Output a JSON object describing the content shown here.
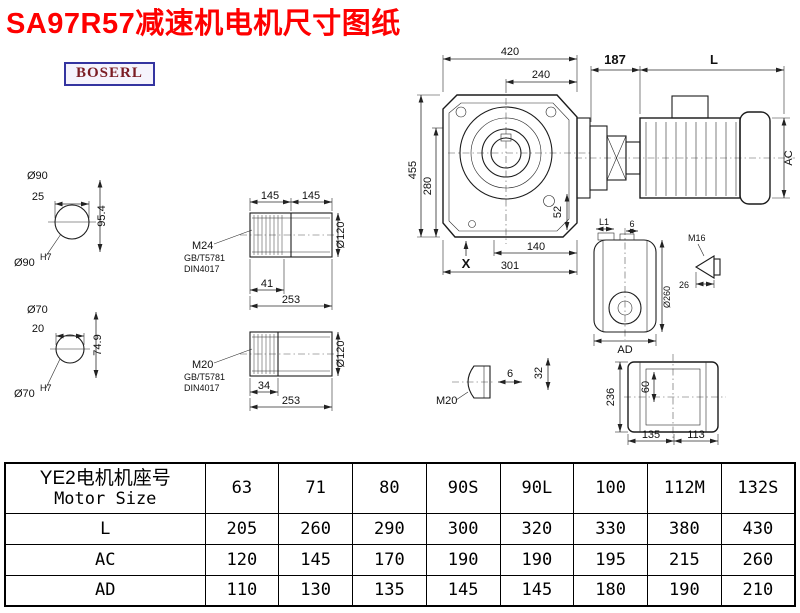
{
  "title": "SA97R57减速机电机尺寸图纸",
  "logo": "BOSERL",
  "drawing": {
    "shaft_end_top": {
      "dia": "Ø90",
      "len": "25",
      "height": "95.4",
      "fit": "Ø90",
      "fit_sup": "H7"
    },
    "shaft_end_bottom": {
      "dia": "Ø70",
      "len": "20",
      "height": "74.9",
      "fit": "Ø70",
      "fit_sup": "H7"
    },
    "shaft_top": {
      "seg1": "145",
      "seg2": "145",
      "dia": "Ø120",
      "thread": "M24",
      "std1": "GB/T5781",
      "std2": "DIN4017",
      "len1": "41",
      "len2": "253"
    },
    "shaft_bottom": {
      "dia": "Ø120",
      "thread": "M20",
      "std1": "GB/T5781",
      "std2": "DIN4017",
      "len1": "34",
      "len2": "253"
    },
    "main_view": {
      "width": "420",
      "width2": "240",
      "height": "455",
      "height2": "280",
      "dim52": "52",
      "bottom1": "140",
      "bottom2": "301",
      "mark": "X"
    },
    "motor_view": {
      "dim187": "187",
      "length": "L",
      "ac": "AC"
    },
    "flange_view": {
      "l1": "L1",
      "dim6": "6",
      "m16": "M16",
      "dim26": "26",
      "dia": "Ø260",
      "ad": "AD"
    },
    "end_view": {
      "dim236": "236",
      "dim60": "60",
      "bottom1": "135",
      "bottom2": "113",
      "dim32": "32",
      "dim6": "6",
      "thread": "M20"
    }
  },
  "table": {
    "header_cn": "YE2电机机座号",
    "header_en": "Motor Size",
    "sizes": [
      "63",
      "71",
      "80",
      "90S",
      "90L",
      "100",
      "112M",
      "132S"
    ],
    "rows": [
      {
        "label": "L",
        "values": [
          "205",
          "260",
          "290",
          "300",
          "320",
          "330",
          "380",
          "430"
        ]
      },
      {
        "label": "AC",
        "values": [
          "120",
          "145",
          "170",
          "190",
          "190",
          "195",
          "215",
          "260"
        ]
      },
      {
        "label": "AD",
        "values": [
          "110",
          "130",
          "135",
          "145",
          "145",
          "180",
          "190",
          "210"
        ]
      }
    ]
  }
}
